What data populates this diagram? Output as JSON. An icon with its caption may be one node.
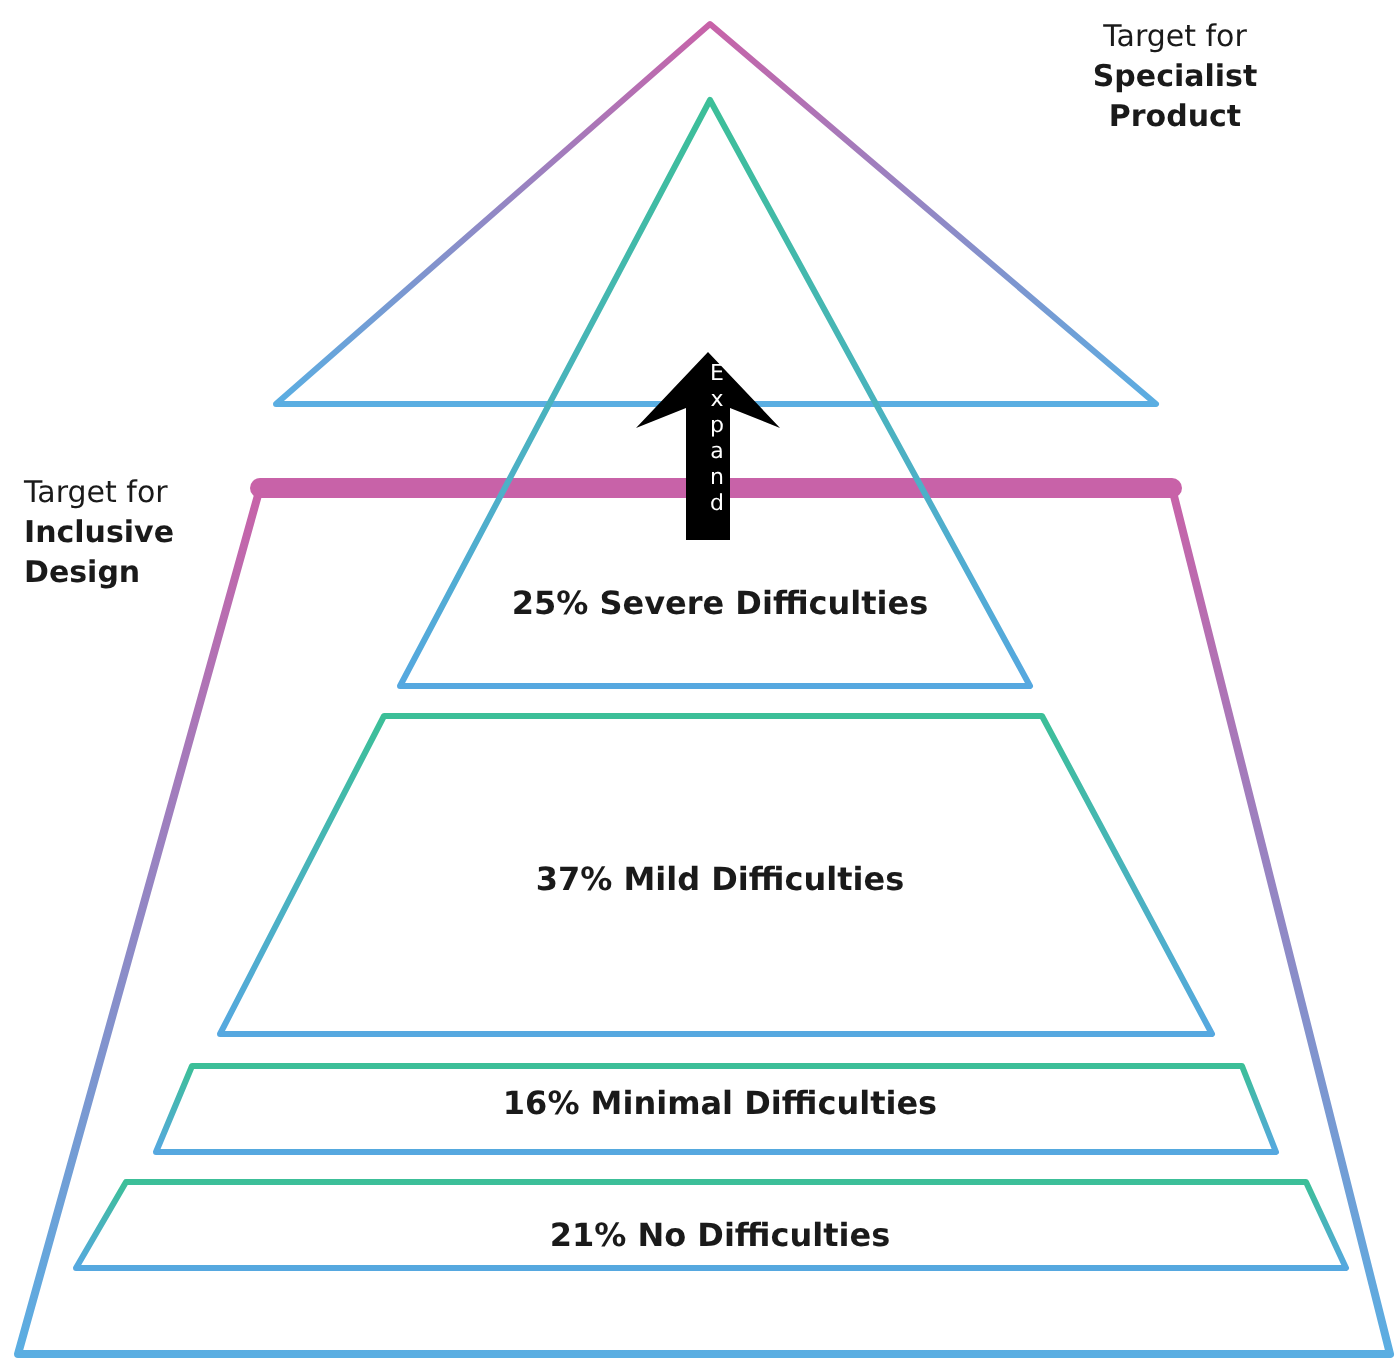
{
  "diagram": {
    "nodes": [
      {
        "text": [
          "Target for **Specialist Product**"
        ]
      },
      {
        "text": [
          "Target for **Inclusive Design**"
        ]
      },
      {
        "text": [
          "25% Severe Difficulties"
        ]
      },
      {
        "text": [
          "37% Mild Difficulties"
        ],
        "in": 1
      },
      {
        "text": [
          "16% Minimal Difficulties"
        ],
        "in": 1
      },
      {
        "text": [
          "21% No Difficulties"
        ],
        "in": 1
      }
    ],
    "edges": [
      {
        "from": 1,
        "to": 0,
        "arrow": "to",
        "label": "Expand"
      }
    ]
  }
}
